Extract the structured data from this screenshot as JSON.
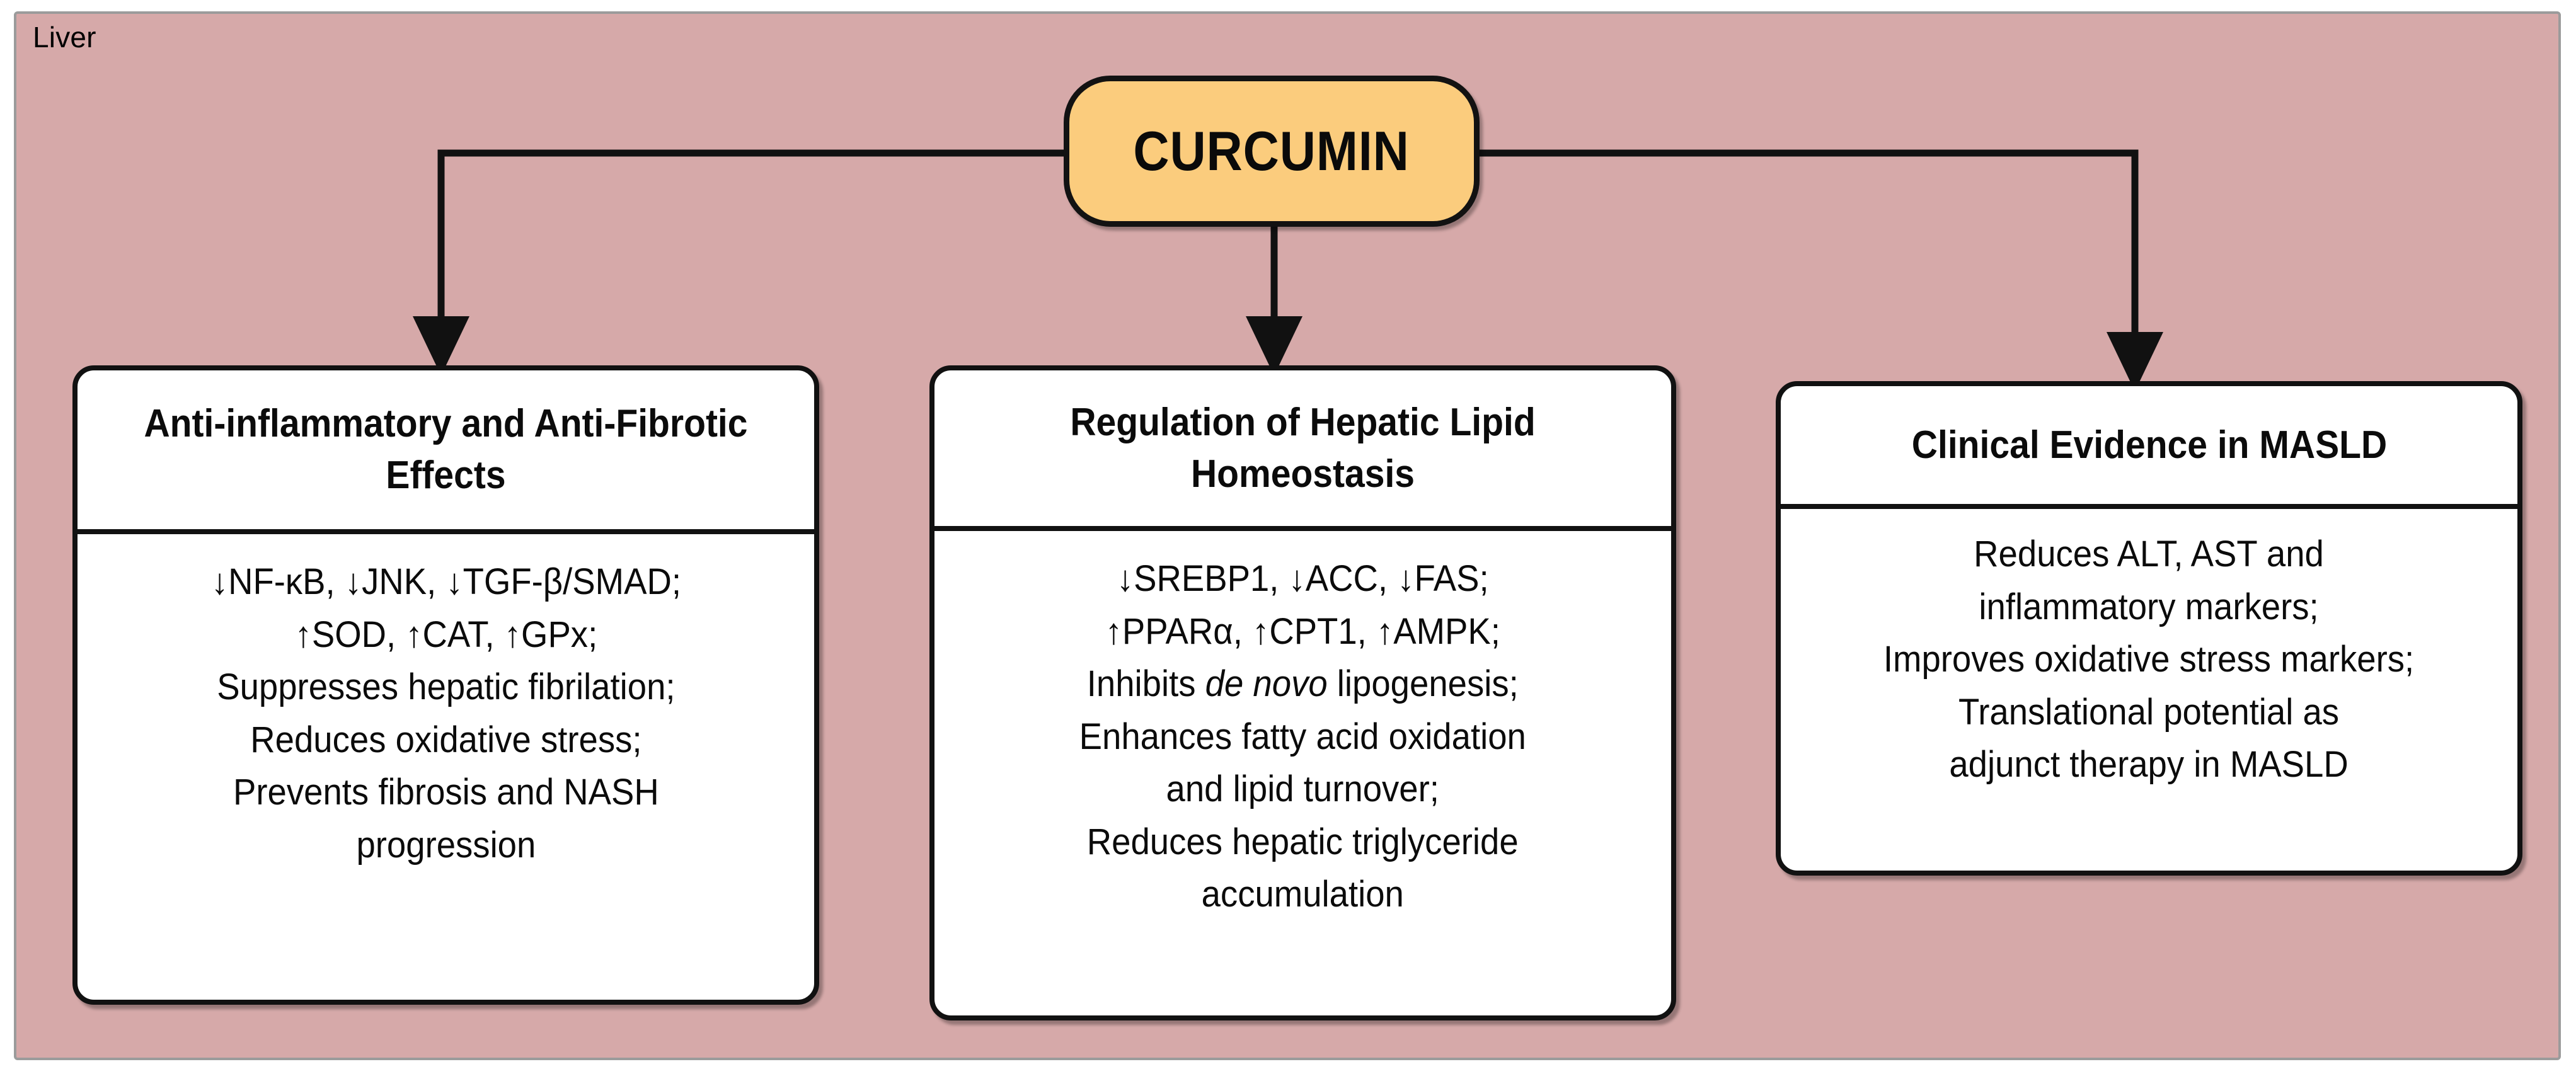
{
  "figure": {
    "compartment_label": "Liver",
    "background_color": "#D6A9A9",
    "border_color": "#9b9b9b"
  },
  "central_node": {
    "label": "CURCUMIN",
    "fill_color": "#FBCC7D",
    "border_color": "#111111"
  },
  "connectors": [
    {
      "name": "curcumin-to-anti-inflammatory",
      "direction": "down",
      "arrowhead": "filled-triangle"
    },
    {
      "name": "curcumin-to-lipid-homeostasis",
      "direction": "down",
      "arrowhead": "filled-triangle"
    },
    {
      "name": "curcumin-to-clinical-evidence",
      "direction": "down",
      "arrowhead": "filled-triangle"
    }
  ],
  "cards": [
    {
      "id": "anti-inflammatory",
      "title": "Anti-inflammatory and\nAnti-Fibrotic Effects",
      "body": "↓NF-κB, ↓JNK, ↓TGF-β/SMAD;\n↑SOD, ↑CAT, ↑GPx;\nSuppresses hepatic fibrilation;\nReduces oxidative stress;\nPrevents fibrosis and NASH\nprogression",
      "lines": [
        "↓NF-κB, ↓JNK, ↓TGF-β/SMAD;",
        "↑SOD, ↑CAT, ↑GPx;",
        "Suppresses hepatic fibrilation;",
        "Reduces oxidative stress;",
        "Prevents fibrosis and NASH",
        "progression"
      ]
    },
    {
      "id": "lipid-homeostasis",
      "title": "Regulation of Hepatic\nLipid Homeostasis",
      "body_pre_italic": "↓SREBP1, ↓ACC, ↓FAS;\n↑PPARα, ↑CPT1, ↑AMPK;\nInhibits ",
      "body_italic": "de novo",
      "body_post_italic": " lipogenesis;\nEnhances fatty acid oxidation\nand lipid turnover;\nReduces hepatic triglyceride\naccumulation",
      "lines": [
        "↓SREBP1, ↓ACC, ↓FAS;",
        "↑PPARα, ↑CPT1, ↑AMPK;",
        "Inhibits de novo lipogenesis;",
        "Enhances fatty acid oxidation",
        "and lipid turnover;",
        "Reduces hepatic triglyceride",
        "accumulation"
      ]
    },
    {
      "id": "clinical-evidence",
      "title": "Clinical Evidence in MASLD",
      "body": "Reduces ALT, AST and\ninflammatory markers;\nImproves oxidative stress markers;\nTranslational potential as\nadjunct therapy in MASLD",
      "lines": [
        "Reduces ALT, AST and",
        "inflammatory markers;",
        "Improves oxidative stress markers;",
        "Translational potential as",
        "adjunct therapy in MASLD"
      ]
    }
  ]
}
